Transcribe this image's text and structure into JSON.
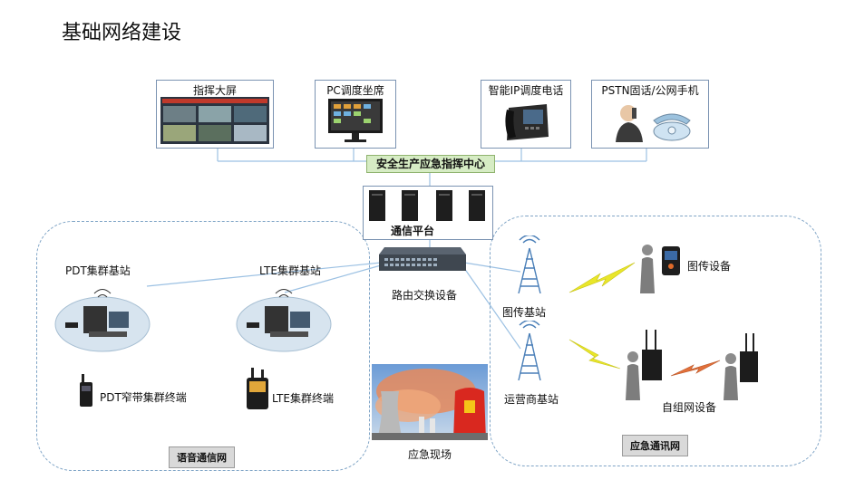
{
  "page": {
    "title": "基础网络建设"
  },
  "top_devices": [
    {
      "id": "big-screen",
      "label": "指挥大屏",
      "icon": "video-wall-icon"
    },
    {
      "id": "pc-seat",
      "label": "PC调度坐席",
      "icon": "monitor-icon"
    },
    {
      "id": "ip-phone",
      "label": "智能IP调度电话",
      "icon": "ip-phone-icon"
    },
    {
      "id": "pstn",
      "label": "PSTN固话/公网手机",
      "icon": "telephone-icon"
    }
  ],
  "command_center": {
    "label": "安全生产应急指挥中心"
  },
  "comm_platform": {
    "label": "通信平台"
  },
  "router": {
    "label": "路由交换设备"
  },
  "voice_net": {
    "tag": "语音通信网",
    "pdt_station": "PDT集群基站",
    "lte_station": "LTE集群基站",
    "pdt_terminal": "PDT窄带集群终端",
    "lte_terminal": "LTE集群终端"
  },
  "emergency_net": {
    "tag": "应急通讯网",
    "image_station": "图传基站",
    "operator_station": "运营商基站",
    "image_device": "图传设备",
    "adhoc_device": "自组网设备"
  },
  "scene": {
    "label": "应急现场"
  },
  "colors": {
    "line": "#9cc1e3",
    "region_border": "#7fa4c6",
    "center_fill": "#d6ecc4",
    "bolt": "#e9e62a"
  }
}
